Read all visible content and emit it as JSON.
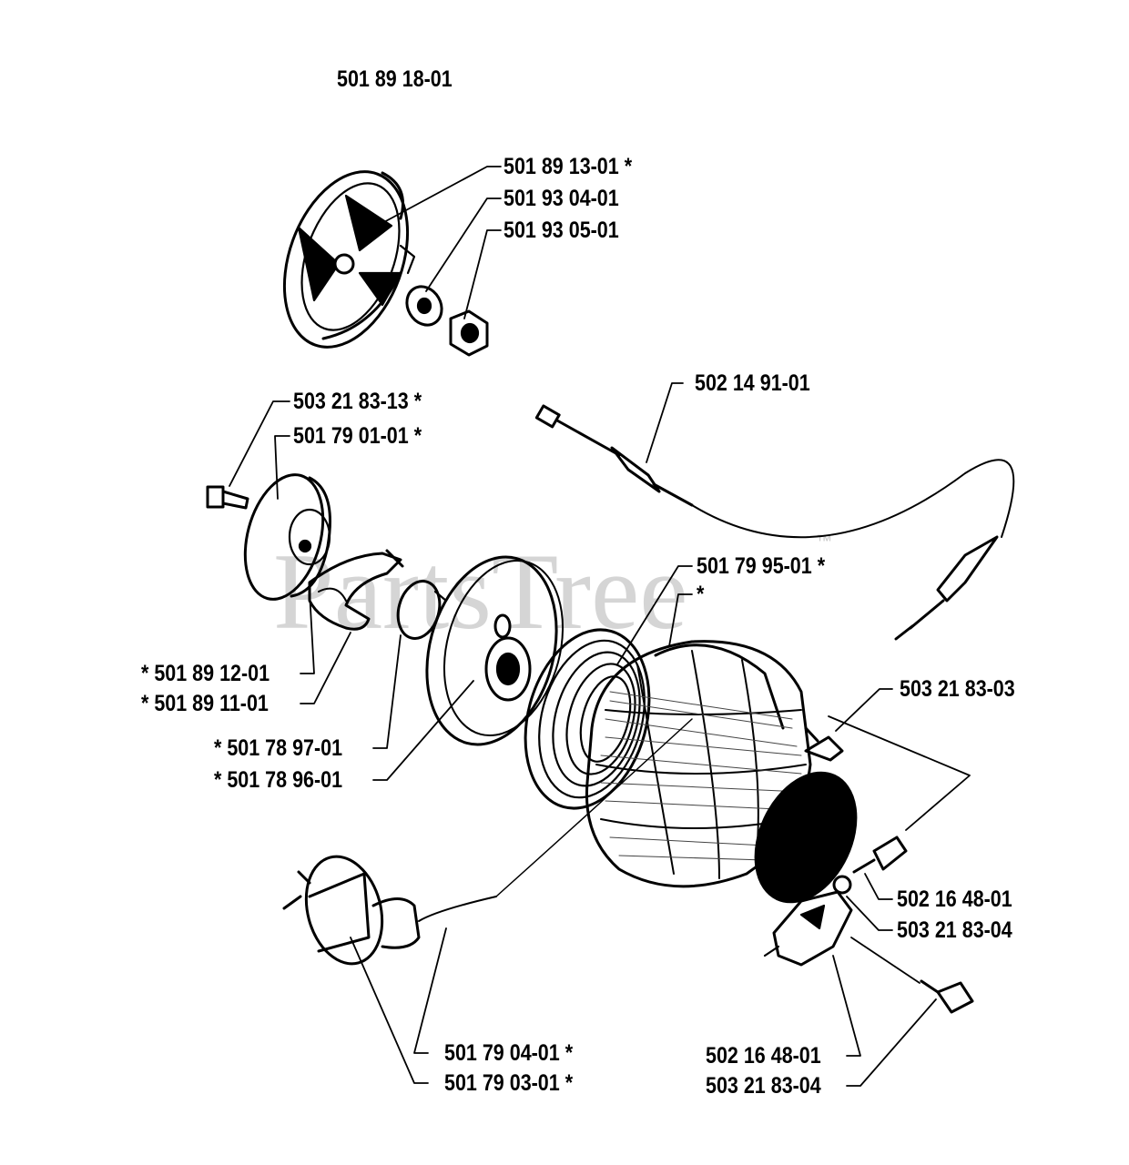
{
  "diagram": {
    "assembly_number": "501 89 18-01",
    "watermark": "PartsTree",
    "watermark_tm": "™",
    "callouts": [
      {
        "id": "c1",
        "label": "501 89 13-01  *"
      },
      {
        "id": "c2",
        "label": "501 93 04-01"
      },
      {
        "id": "c3",
        "label": "501 93 05-01"
      },
      {
        "id": "c4",
        "label": "502 14 91-01"
      },
      {
        "id": "c5",
        "label": "503 21 83-13  *"
      },
      {
        "id": "c6",
        "label": "501 79 01-01  *"
      },
      {
        "id": "c7",
        "label": "501 79 95-01  *"
      },
      {
        "id": "c8",
        "label": "*"
      },
      {
        "id": "c9",
        "label": "503 21 83-03"
      },
      {
        "id": "c10",
        "label": "*  501 89 12-01"
      },
      {
        "id": "c11",
        "label": "*  501 89 11-01"
      },
      {
        "id": "c12",
        "label": "*  501 78 97-01"
      },
      {
        "id": "c13",
        "label": "*  501 78 96-01"
      },
      {
        "id": "c14",
        "label": "502 16 48-01"
      },
      {
        "id": "c15",
        "label": "503 21 83-04"
      },
      {
        "id": "c16",
        "label": "501 79 04-01  *"
      },
      {
        "id": "c17",
        "label": "501 79 03-01  *"
      },
      {
        "id": "c18",
        "label": "502 16 48-01"
      },
      {
        "id": "c19",
        "label": "503 21 83-04"
      }
    ]
  }
}
